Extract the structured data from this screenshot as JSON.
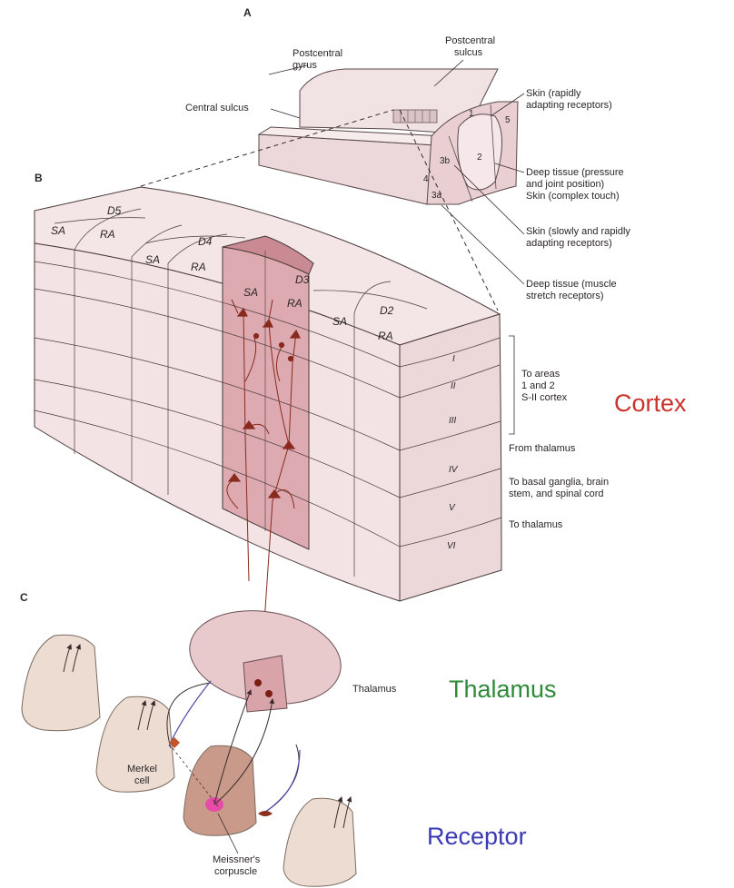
{
  "panels": {
    "a": "A",
    "b": "B",
    "c": "C"
  },
  "panel_a": {
    "postcentral_gyrus": [
      "Postcentral",
      "gyrus"
    ],
    "postcentral_sulcus": [
      "Postcentral",
      "sulcus"
    ],
    "central_sulcus": "Central sulcus",
    "areas": [
      "1",
      "2",
      "3b",
      "3a",
      "4",
      "5"
    ],
    "targets": [
      [
        "Skin (rapidly",
        "adapting receptors)"
      ],
      [
        "Deep tissue (pressure",
        "and joint position)",
        "Skin (complex touch)"
      ],
      [
        "Skin (slowly and rapidly",
        "adapting receptors)"
      ],
      [
        "Deep tissue (muscle",
        "stretch receptors)"
      ]
    ]
  },
  "panel_b": {
    "digits": [
      "D5",
      "D4",
      "D3",
      "D2"
    ],
    "columns": {
      "sa": "SA",
      "ra": "RA"
    },
    "layers": [
      "I",
      "II",
      "III",
      "IV",
      "V",
      "VI"
    ],
    "connections": [
      [
        "To areas",
        "1 and 2",
        "S-II cortex"
      ],
      [
        "From thalamus"
      ],
      [
        "To basal ganglia, brain",
        "stem, and spinal cord"
      ],
      [
        "To thalamus"
      ]
    ]
  },
  "panel_c": {
    "thalamus": "Thalamus",
    "merkel": [
      "Merkel",
      "cell"
    ],
    "meissner": [
      "Meissner's",
      "corpuscle"
    ]
  },
  "region_labels": {
    "cortex": "Cortex",
    "thalamus": "Thalamus",
    "receptor": "Receptor"
  },
  "colors": {
    "cortex": "#c8342c",
    "thalamus": "#2e8b3a",
    "receptor": "#3a3ab4",
    "tissue": "#f4e6e6",
    "column": "#dcaab0",
    "neuron": "#8a2a1e"
  }
}
